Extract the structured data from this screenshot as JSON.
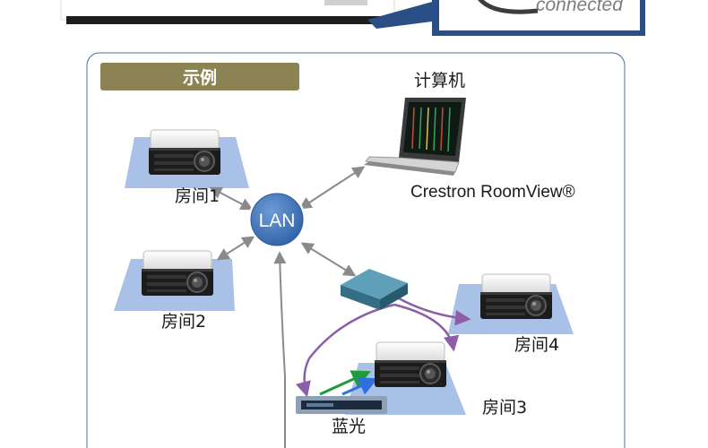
{
  "header": {
    "brand_text": "connected"
  },
  "panel": {
    "badge": "示例"
  },
  "nodes": {
    "computer": "计算机",
    "software": "Crestron RoomView®",
    "lan": "LAN",
    "room1": "房间1",
    "room2": "房间2",
    "room3": "房间3",
    "room4": "房间4",
    "bluray": "蓝光"
  },
  "colors": {
    "badge": "#8c8354",
    "lan_node": "#3f73b8",
    "gray_link": "#8a8a8a",
    "purple_link": "#8a5fa8",
    "green_link": "#1f9a3c",
    "blue_link": "#2f6fe0",
    "floor_mat": "#a9c1e6",
    "switch": "#3f7f97",
    "frame_border": "#4a6f9a"
  },
  "icons": {
    "projector": "projector-icon",
    "laptop": "laptop-icon",
    "switch": "network-switch-icon",
    "bluray": "bluray-player-icon"
  }
}
